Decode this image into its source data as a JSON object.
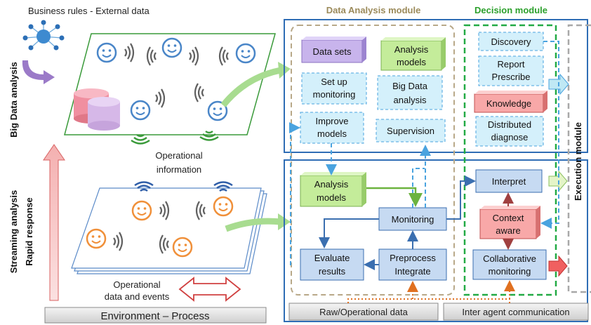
{
  "left_panel": {
    "business_rules_label": "Business rules - External data",
    "big_data_analysis_label": "Big Data analysis",
    "operational_information_line1": "Operational",
    "operational_information_line2": "information",
    "streaming_analysis_label": "Streaming analysis",
    "rapid_response_label": "Rapid response",
    "operational_data_line1": "Operational",
    "operational_data_line2": "data and events",
    "environment_label": "Environment – Process"
  },
  "data_analysis_module": {
    "title": "Data Analysis module",
    "boxes": {
      "data_sets": "Data sets",
      "analysis_models_top_line1": "Analysis",
      "analysis_models_top_line2": "models",
      "set_up_monitoring_line1": "Set up",
      "set_up_monitoring_line2": "monitoring",
      "big_data_analysis_line1": "Big Data",
      "big_data_analysis_line2": "analysis",
      "improve_models_line1": "Improve",
      "improve_models_line2": "models",
      "supervision": "Supervision",
      "analysis_models_bottom_line1": "Analysis",
      "analysis_models_bottom_line2": "models",
      "monitoring": "Monitoring",
      "evaluate_results_line1": "Evaluate",
      "evaluate_results_line2": "results",
      "preprocess_line1": "Preprocess",
      "preprocess_line2": "Integrate"
    }
  },
  "decision_module": {
    "title": "Decision module",
    "boxes": {
      "discovery": "Discovery",
      "report_line1": "Report",
      "report_line2": "Prescribe",
      "knowledge": "Knowledge",
      "distributed_line1": "Distributed",
      "distributed_line2": "diagnose",
      "interpret": "Interpret",
      "context_line1": "Context",
      "context_line2": "aware",
      "collaborative_line1": "Collaborative",
      "collaborative_line2": "monitoring"
    }
  },
  "execution_module": {
    "title": "Execution module"
  },
  "bottom_bar": {
    "raw_data": "Raw/Operational data",
    "inter_agent": "Inter agent communication"
  },
  "colors": {
    "module_title_brown": "#9b8a5a",
    "module_title_green": "#2ca02c",
    "dashed_blue": "#4aa3df",
    "dashed_green": "#22aa44",
    "panel_blue": "#2f6db5",
    "orange_dotted": "#e07020"
  }
}
